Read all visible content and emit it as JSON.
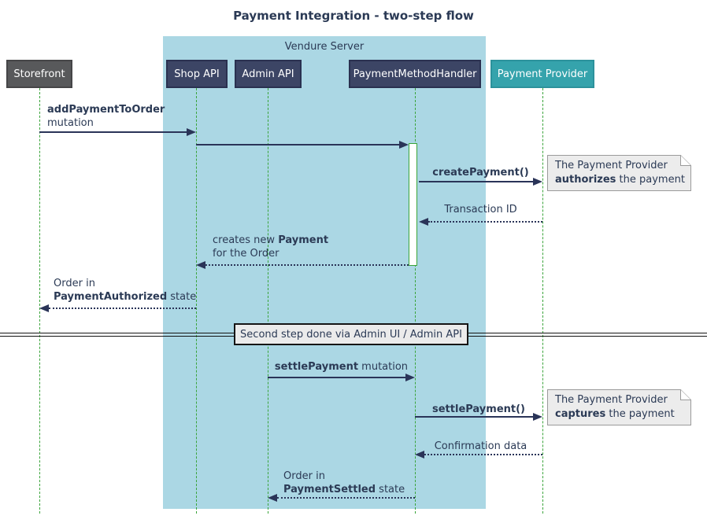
{
  "title": "Payment Integration - two-step flow",
  "frame": {
    "label": "Vendure Server"
  },
  "participants": [
    {
      "id": "storefront",
      "label": "Storefront"
    },
    {
      "id": "shop-api",
      "label": "Shop API"
    },
    {
      "id": "admin-api",
      "label": "Admin API"
    },
    {
      "id": "payment-method-handler",
      "label": "PaymentMethodHandler"
    },
    {
      "id": "payment-provider",
      "label": "Payment Provider"
    }
  ],
  "messages": {
    "m1": {
      "from": "Storefront",
      "to": "Shop API",
      "kind": "solid",
      "bold": "addPaymentToOrder",
      "line2": "mutation"
    },
    "m2": {
      "from": "Shop API",
      "to": "PaymentMethodHandler",
      "kind": "solid",
      "label": ""
    },
    "m3": {
      "from": "PaymentMethodHandler",
      "to": "Payment Provider",
      "kind": "solid",
      "bold": "createPayment()"
    },
    "m4": {
      "from": "Payment Provider",
      "to": "PaymentMethodHandler",
      "kind": "dotted",
      "label": "Transaction ID"
    },
    "m5": {
      "from": "PaymentMethodHandler",
      "to": "Shop API",
      "kind": "dotted",
      "pre": "creates new ",
      "bold": "Payment",
      "line2": "for the Order"
    },
    "m6": {
      "from": "Shop API",
      "to": "Storefront",
      "kind": "dotted",
      "line1": "Order in",
      "bold": "PaymentAuthorized",
      "rest": " state"
    },
    "m7": {
      "from": "Admin API",
      "to": "PaymentMethodHandler",
      "kind": "solid",
      "bold": "settlePayment",
      "rest": " mutation"
    },
    "m8": {
      "from": "PaymentMethodHandler",
      "to": "Payment Provider",
      "kind": "solid",
      "bold": "settlePayment()"
    },
    "m9": {
      "from": "Payment Provider",
      "to": "PaymentMethodHandler",
      "kind": "dotted",
      "label": "Confirmation data"
    },
    "m10": {
      "from": "PaymentMethodHandler",
      "to": "Admin API",
      "kind": "dotted",
      "line1": "Order in",
      "bold": "PaymentSettled",
      "rest": " state"
    }
  },
  "divider": {
    "label": "Second step done via Admin UI / Admin API"
  },
  "notes": {
    "n1": {
      "line1": "The Payment Provider",
      "bold": "authorizes",
      "rest": " the payment"
    },
    "n2": {
      "line1": "The Payment Provider",
      "bold": "captures",
      "rest": " the payment"
    }
  },
  "colors": {
    "frame_bg": "#ABD7E4",
    "participant_navy": "#3C4565",
    "participant_gray": "#58595B",
    "participant_teal": "#35A3AC",
    "lifeline_green": "#3AA43A",
    "arrow_navy": "#2A3458",
    "text_navy": "#2B3A55",
    "note_bg": "#ECECEC"
  }
}
